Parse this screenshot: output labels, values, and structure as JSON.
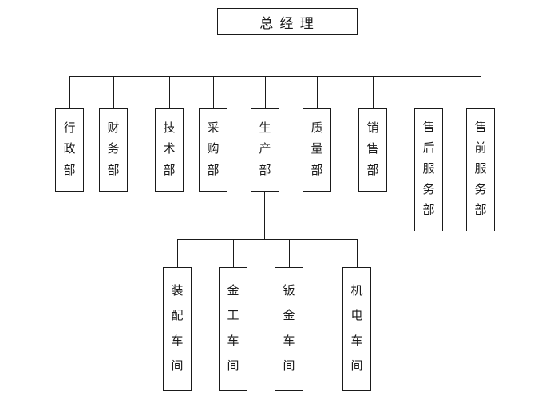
{
  "colors": {
    "background": "#ffffff",
    "line": "#1a1a1a",
    "text": "#1a1a1a"
  },
  "diagram": {
    "type": "org-chart",
    "root": {
      "label": "总 经 理"
    },
    "departments": [
      {
        "label": "行政部",
        "parent": "总 经 理"
      },
      {
        "label": "财务部",
        "parent": "总 经 理"
      },
      {
        "label": "技术部",
        "parent": "总 经 理"
      },
      {
        "label": "采购部",
        "parent": "总 经 理"
      },
      {
        "label": "生产部",
        "parent": "总 经 理"
      },
      {
        "label": "质量部",
        "parent": "总 经 理"
      },
      {
        "label": "销售部",
        "parent": "总 经 理"
      },
      {
        "label": "售后服务部",
        "parent": "总 经 理"
      },
      {
        "label": "售前服务部",
        "parent": "总 经 理"
      }
    ],
    "workshops": [
      {
        "label": "装配车间",
        "parent": "生产部"
      },
      {
        "label": "金工车间",
        "parent": "生产部"
      },
      {
        "label": "钣金车间",
        "parent": "生产部"
      },
      {
        "label": "机电车间",
        "parent": "生产部"
      }
    ]
  }
}
